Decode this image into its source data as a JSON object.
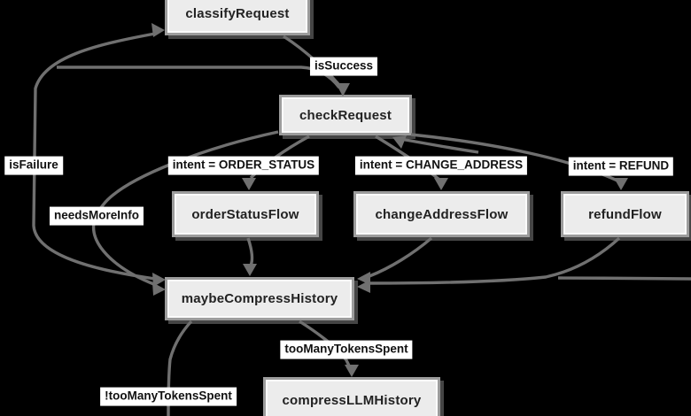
{
  "diagram": {
    "type": "flowchart",
    "colors": {
      "background": "#000000",
      "node_fill": "#ececec",
      "node_border": "#9c9c9c",
      "edge": "#707070",
      "label_bg": "#ffffff",
      "label_text": "#111111",
      "node_text": "#222222"
    },
    "nodes": {
      "classifyRequest": {
        "label": "classifyRequest"
      },
      "checkRequest": {
        "label": "checkRequest"
      },
      "orderStatusFlow": {
        "label": "orderStatusFlow"
      },
      "changeAddressFlow": {
        "label": "changeAddressFlow"
      },
      "refundFlow": {
        "label": "refundFlow"
      },
      "maybeCompressHistory": {
        "label": "maybeCompressHistory"
      },
      "compressLLMHistory": {
        "label": "compressLLMHistory"
      }
    },
    "edge_labels": {
      "isSuccess": {
        "text": "isSuccess"
      },
      "isFailure": {
        "text": "isFailure"
      },
      "needsMoreInfo": {
        "text": "needsMoreInfo"
      },
      "intentOrderStatus": {
        "text": "intent = ORDER_STATUS"
      },
      "intentChangeAddress": {
        "text": "intent = CHANGE_ADDRESS"
      },
      "intentRefund": {
        "text": "intent = REFUND"
      },
      "tooManyTokensSpent": {
        "text": "tooManyTokensSpent"
      },
      "notTooManyTokensSpent": {
        "text": "!tooManyTokensSpent"
      }
    },
    "edges": [
      {
        "from": "classifyRequest",
        "to": "checkRequest",
        "label": "isSuccess"
      },
      {
        "from": "classifyRequest",
        "to": "maybeCompressHistory",
        "label": "isFailure"
      },
      {
        "from": "checkRequest",
        "to": "orderStatusFlow",
        "label": "intent = ORDER_STATUS"
      },
      {
        "from": "checkRequest",
        "to": "changeAddressFlow",
        "label": "intent = CHANGE_ADDRESS"
      },
      {
        "from": "checkRequest",
        "to": "refundFlow",
        "label": "intent = REFUND"
      },
      {
        "from": "checkRequest",
        "to": "maybeCompressHistory",
        "label": "needsMoreInfo"
      },
      {
        "from": "orderStatusFlow",
        "to": "maybeCompressHistory",
        "label": ""
      },
      {
        "from": "changeAddressFlow",
        "to": "maybeCompressHistory",
        "label": ""
      },
      {
        "from": "refundFlow",
        "to": "maybeCompressHistory",
        "label": ""
      },
      {
        "from": "maybeCompressHistory",
        "to": "compressLLMHistory",
        "label": "tooManyTokensSpent"
      },
      {
        "from": "maybeCompressHistory",
        "to": "offscreen-bottom",
        "label": "!tooManyTokensSpent",
        "truncated": true
      },
      {
        "from": "offscreen-left",
        "to": "classifyRequest",
        "label": "",
        "truncated": true
      },
      {
        "from": "offscreen-left",
        "to": "checkRequest",
        "label": "",
        "truncated": true
      },
      {
        "from": "offscreen-right",
        "to": "maybeCompressHistory",
        "label": "",
        "truncated": true
      }
    ]
  }
}
